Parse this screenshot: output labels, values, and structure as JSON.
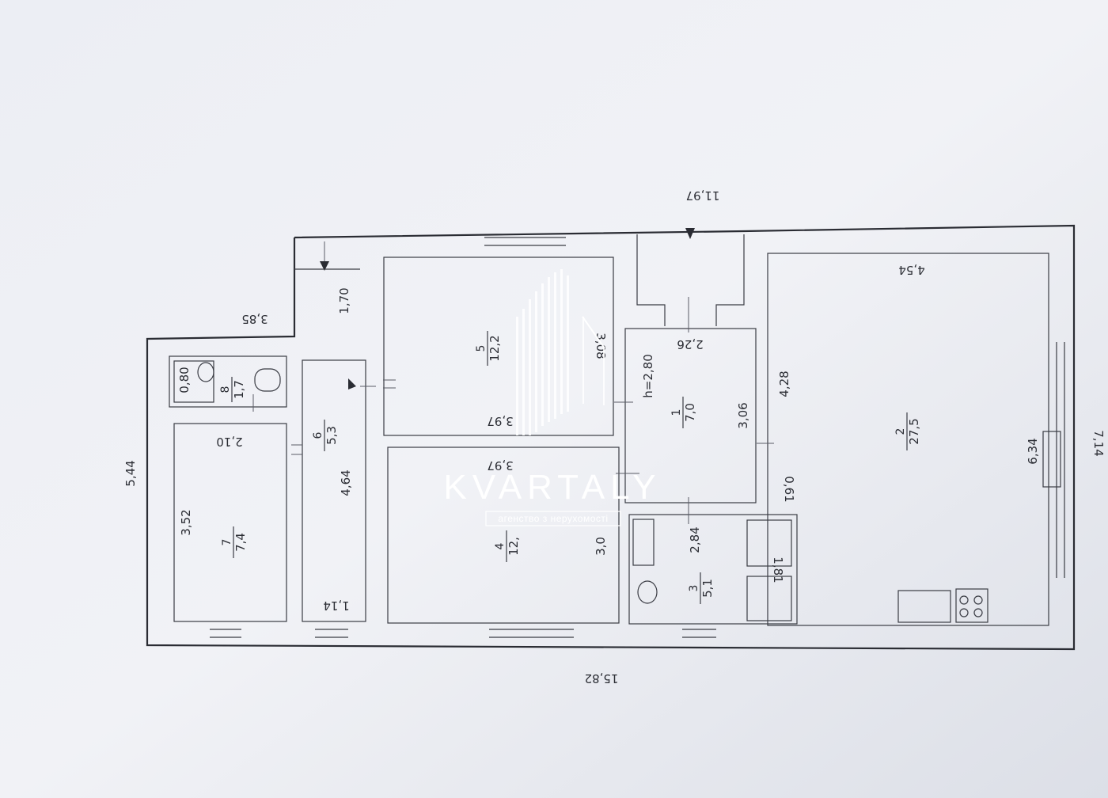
{
  "plan": {
    "overall_dims": {
      "top_left": "3,85",
      "top_mid": "11,97",
      "bottom": "15,82",
      "left": "5,44",
      "right": "7,14"
    },
    "rooms": [
      {
        "number": "1",
        "area": "7,0"
      },
      {
        "number": "2",
        "area": "27,5"
      },
      {
        "number": "3",
        "area": "5,1"
      },
      {
        "number": "4",
        "area": "12,"
      },
      {
        "number": "5",
        "area": "12,2"
      },
      {
        "number": "6",
        "area": "5,3"
      },
      {
        "number": "7",
        "area": "7,4"
      },
      {
        "number": "8",
        "area": "1,7"
      }
    ],
    "inner_dims": {
      "d_1_70": "1,70",
      "d_3_08": "3,08",
      "d_3_97_a": "3,97",
      "d_3_97_b": "3,97",
      "d_2_26": "2,26",
      "d_h": "h=2,80",
      "d_3_06": "3,06",
      "d_4_28": "4,28",
      "d_4_54": "4,54",
      "d_6_34": "6,34",
      "d_0_61": "0,61",
      "d_2_84": "2,84",
      "d_1_81": "1,81",
      "d_3_0": "3,0",
      "d_4_64": "4,64",
      "d_1_14": "1,14",
      "d_3_52": "3,52",
      "d_2_10": "2,10",
      "d_0_80": "0,80"
    }
  },
  "watermark": {
    "brand": "KVARTALY",
    "tagline": "агенство з нерухомості"
  }
}
